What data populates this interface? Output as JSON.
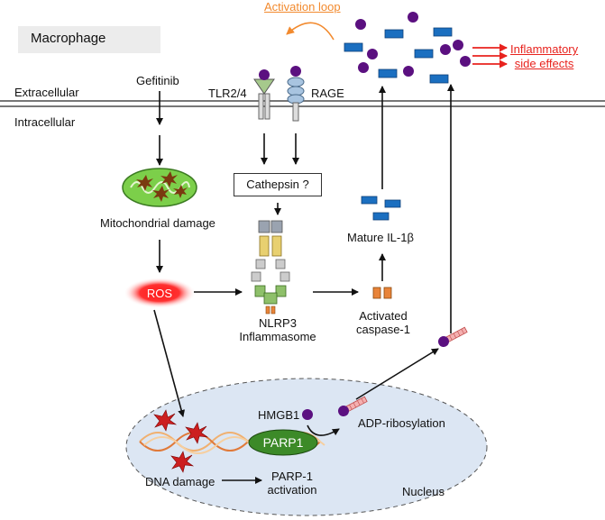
{
  "labels": {
    "macrophage": "Macrophage",
    "activation_loop": "Activation loop",
    "side_effects_line1": "Inflammatory",
    "side_effects_line2": "side effects",
    "extracellular": "Extracellular",
    "intracellular": "Intracellular",
    "gefitinib": "Gefitinib",
    "tlr": "TLR2/4",
    "rage": "RAGE",
    "cathepsin": "Cathepsin ?",
    "mito_damage": "Mitochondrial damage",
    "ros": "ROS",
    "nlrp3_line1": "NLRP3",
    "nlrp3_line2": "Inflammasome",
    "mature_il": "Mature IL-1β",
    "caspase_line1": "Activated",
    "caspase_line2": "caspase-1",
    "hmgb1": "HMGB1",
    "adp": "ADP-ribosylation",
    "parp1": "PARP1",
    "dna_damage": "DNA damage",
    "parp_act_line1": "PARP-1",
    "parp_act_line2": "activation",
    "nucleus": "Nucleus"
  },
  "colors": {
    "hmgb1_purple": "#5b1080",
    "il1b_blue": "#1b6fc0",
    "arrow_red": "#e8231e",
    "loop_orange": "#f28a2e",
    "ros_red": "#ff1a1a",
    "mito_green": "#7ccf4a",
    "parp1_green": "#3c8a28",
    "nucleus_fill": "#dce6f3",
    "caspase_orange": "#e8843a"
  }
}
